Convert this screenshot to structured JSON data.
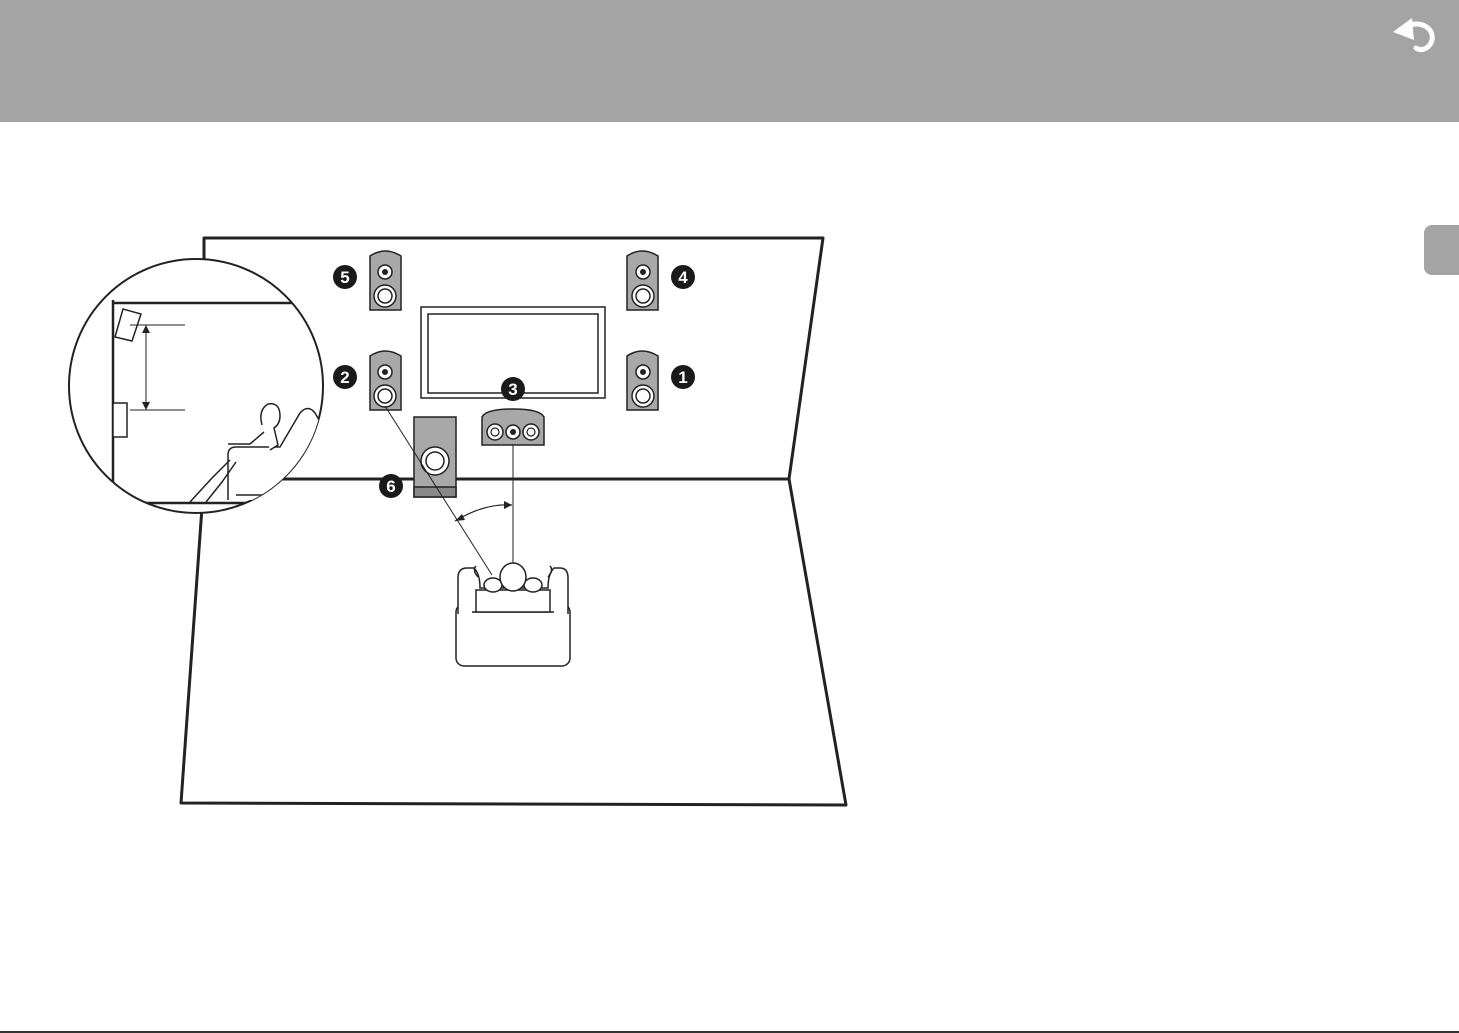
{
  "header": {
    "back_icon": "back-arrow-icon",
    "background_color": "#a5a4a4"
  },
  "side_tab": {
    "color": "#a5a4a4"
  },
  "diagram": {
    "speaker_markers": [
      "1",
      "2",
      "3",
      "4",
      "5",
      "6"
    ],
    "colors": {
      "line": "#222222",
      "speaker_fill": "#a8a8a8",
      "marker_fill": "#1a1a1a",
      "marker_text": "#ffffff"
    }
  }
}
